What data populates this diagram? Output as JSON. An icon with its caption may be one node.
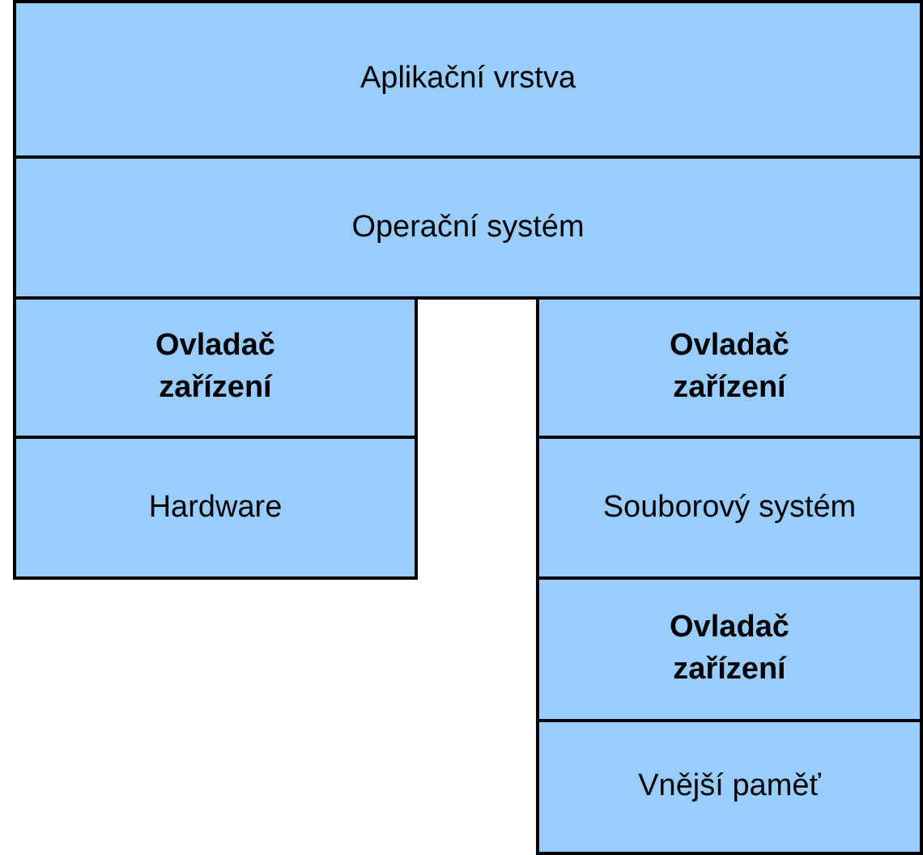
{
  "diagram": {
    "nodes": [
      {
        "text": [
          "Aplikační vrstva"
        ]
      },
      {
        "text": [
          "Operační systém"
        ]
      },
      {
        "text": [
          "Ovladač zařízení"
        ]
      },
      {
        "text": [
          "Hardware"
        ]
      },
      {
        "text": [
          "Ovladač zařízení"
        ]
      },
      {
        "text": [
          "Souborový systém"
        ]
      },
      {
        "text": [
          "Ovladač zařízení"
        ]
      },
      {
        "text": [
          "Vnější paměť"
        ]
      }
    ]
  }
}
